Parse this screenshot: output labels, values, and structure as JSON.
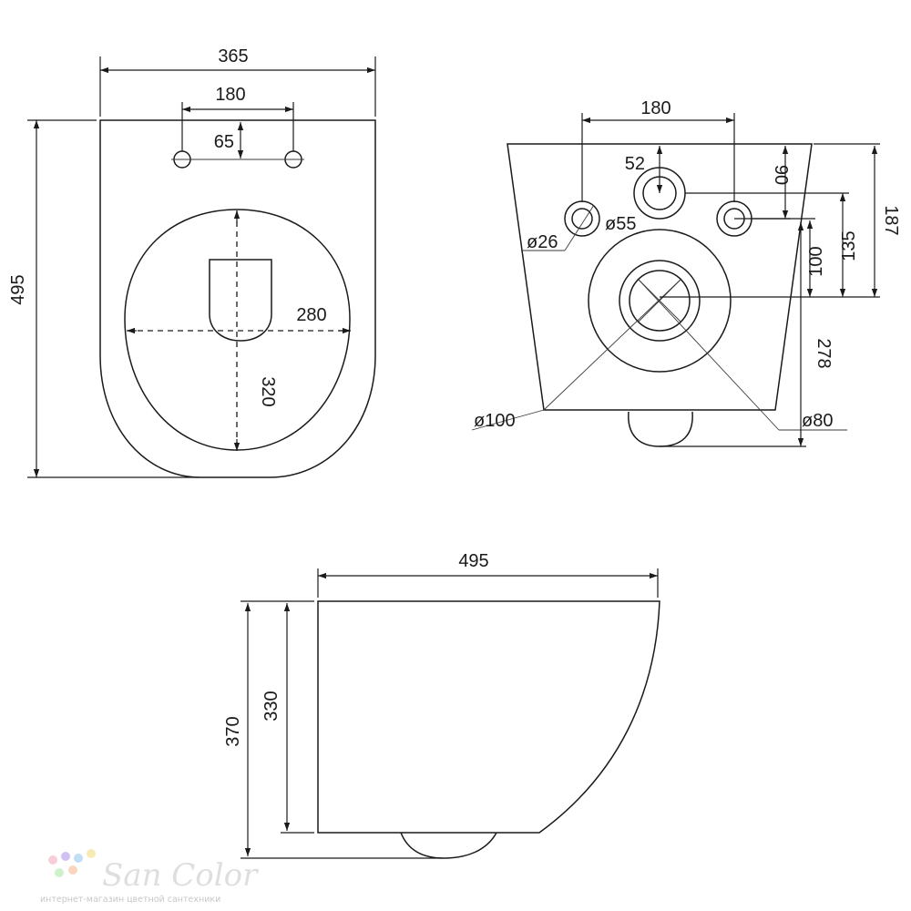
{
  "top_view": {
    "width_overall": "365",
    "hole_spacing": "180",
    "hole_offset": "65",
    "length_overall": "495",
    "bowl_width": "280",
    "bowl_length": "320"
  },
  "rear_view": {
    "hole_spacing": "180",
    "center_hole_height": "52",
    "hole_height": "90",
    "height_overall": "187",
    "center_hole_offset": "135",
    "side_hole_offset": "100",
    "outlet_height": "278",
    "side_hole_diameter": "ø26",
    "center_hole_diameter": "ø55",
    "outlet_outer_diameter": "ø100",
    "outlet_inner_diameter": "ø80"
  },
  "side_view": {
    "length_overall": "495",
    "height_overall": "370",
    "body_height": "330"
  },
  "watermark": {
    "brand": "San Color",
    "tagline": "интернет-магазин цветной сантехники",
    "dot_colors": [
      "#f7c6d3",
      "#c9b6f2",
      "#b8d8f5",
      "#f6e7a8",
      "#c7efc4",
      "#f8cfb2"
    ]
  }
}
